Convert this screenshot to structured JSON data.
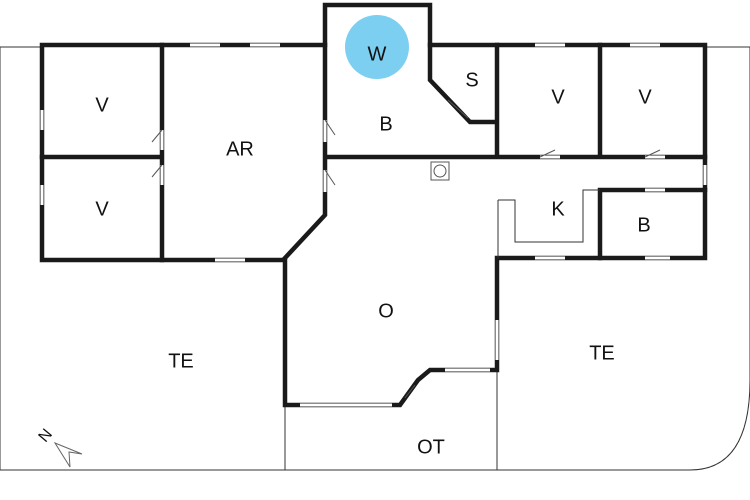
{
  "rooms": {
    "v1": "V",
    "v2": "V",
    "v3": "V",
    "v4": "V",
    "ar": "AR",
    "w": "W",
    "s": "S",
    "b1": "B",
    "b2": "B",
    "k": "K",
    "o": "O",
    "te1": "TE",
    "te2": "TE",
    "ot": "OT"
  },
  "compass": {
    "label": "N"
  },
  "colors": {
    "w_circle": "#7ccff0",
    "wall": "#1a1a1a"
  }
}
